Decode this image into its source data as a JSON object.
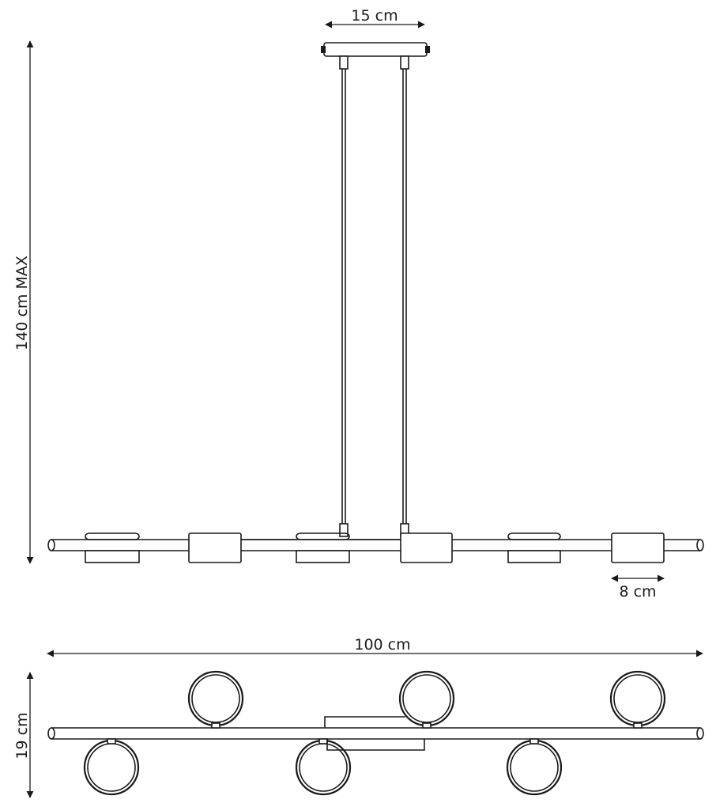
{
  "dimensions": {
    "canopy_width": "15 cm",
    "max_height": "140 cm MAX",
    "shade_width": "8 cm",
    "total_length": "100 cm",
    "total_depth": "19 cm"
  },
  "colors": {
    "line": "#1a1a1a",
    "background": "#ffffff"
  }
}
